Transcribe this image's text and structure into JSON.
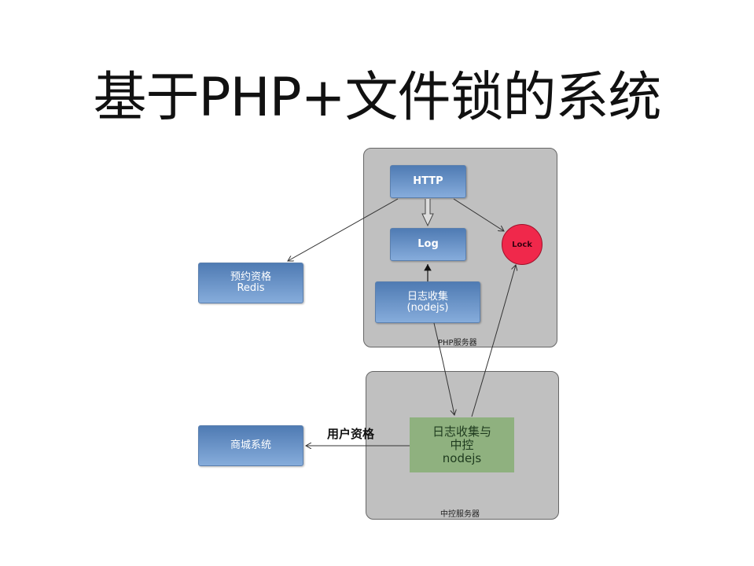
{
  "title": "基于PHP+文件锁的系统",
  "php_server": {
    "label": "PHP服务器",
    "http": "HTTP",
    "log": "Log",
    "lock": "Lock",
    "collector": {
      "line1": "日志收集",
      "line2": "(nodejs)"
    }
  },
  "redis": {
    "line1": "预约资格",
    "line2": "Redis"
  },
  "control_server": {
    "label": "中控服务器",
    "node": {
      "line1": "日志收集与",
      "line2": "中控",
      "line3": "nodejs"
    }
  },
  "mall": {
    "label": "商城系统"
  },
  "edge_label": "用户资格"
}
